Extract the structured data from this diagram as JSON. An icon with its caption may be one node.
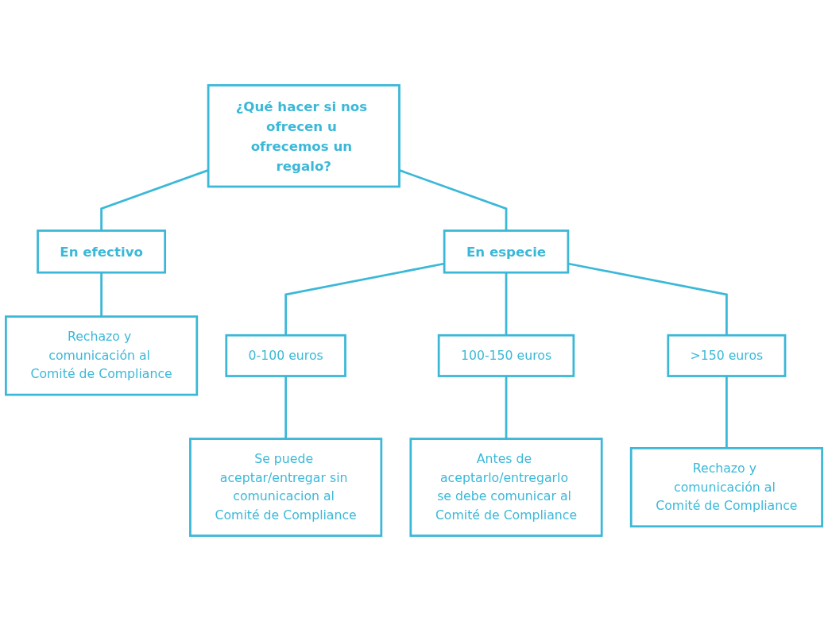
{
  "diagram": {
    "nodes": [
      {
        "text": [
          "¿Qué hacer si nos ofrecen u ofrecemos un regalo?"
        ]
      },
      {
        "text": [
          "En efectivo"
        ]
      },
      {
        "text": [
          "En especie"
        ]
      },
      {
        "text": [
          "Rechazo y comunicación al Comité de Compliance"
        ]
      },
      {
        "text": [
          "0-100 euros"
        ]
      },
      {
        "text": [
          "100-150 euros"
        ]
      },
      {
        "text": [
          ">150 euros"
        ]
      },
      {
        "text": [
          "Se puede aceptar/entregar sin comunicacion al Comité de Compliance"
        ]
      },
      {
        "text": [
          "Antes de aceptarlo/entregarlo se debe comunicar al Comité de Compliance"
        ]
      },
      {
        "text": [
          "Rechazo y comunicación al Comité de Compliance"
        ]
      }
    ],
    "edges": [
      {
        "from": 0,
        "to": 1,
        "arrow": "none"
      },
      {
        "from": 0,
        "to": 2,
        "arrow": "none"
      },
      {
        "from": 1,
        "to": 3,
        "arrow": "none"
      },
      {
        "from": 2,
        "to": 4,
        "arrow": "none"
      },
      {
        "from": 2,
        "to": 5,
        "arrow": "none"
      },
      {
        "from": 2,
        "to": 6,
        "arrow": "none"
      },
      {
        "from": 4,
        "to": 7,
        "arrow": "none"
      },
      {
        "from": 5,
        "to": 8,
        "arrow": "none"
      },
      {
        "from": 6,
        "to": 9,
        "arrow": "none"
      }
    ]
  }
}
